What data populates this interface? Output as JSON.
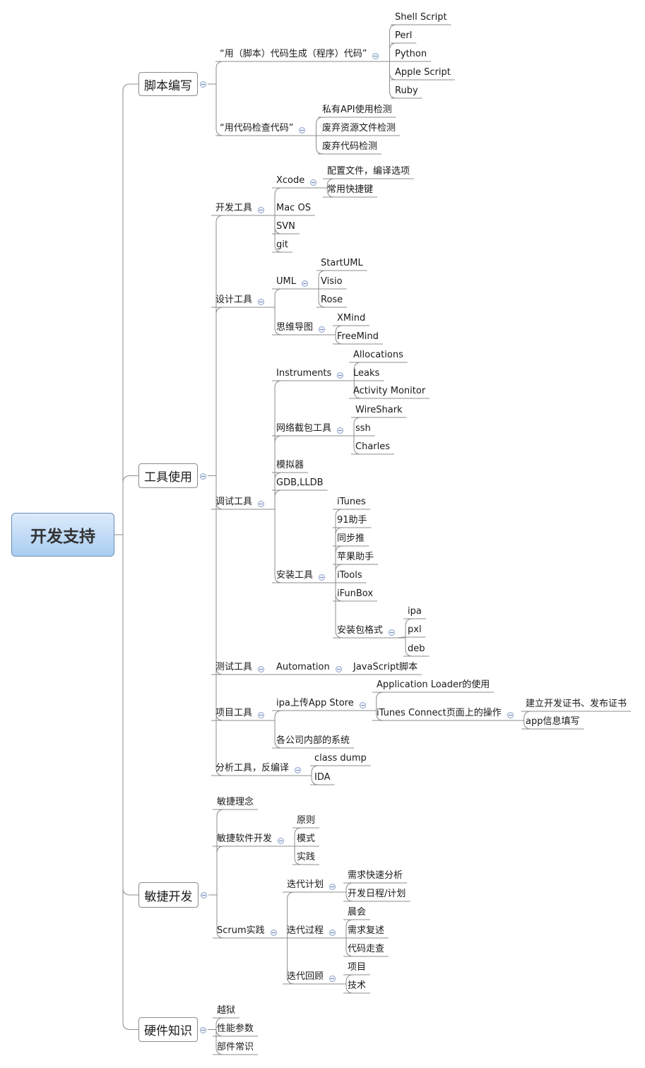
{
  "root": {
    "label": "开发支持"
  },
  "tree": [
    {
      "id": "jiaoben",
      "label": "脚本编写",
      "children": [
        {
          "id": "gen",
          "label": "“用（脚本）代码生成（程序）代码”",
          "children": [
            {
              "label": "Shell Script"
            },
            {
              "label": "Perl"
            },
            {
              "label": "Python"
            },
            {
              "label": "Apple Script"
            },
            {
              "label": "Ruby"
            }
          ]
        },
        {
          "id": "check",
          "label": "“用代码检查代码”",
          "children": [
            {
              "label": "私有API使用检测"
            },
            {
              "label": "废弃资源文件检测"
            },
            {
              "label": "废弃代码检测"
            }
          ]
        }
      ]
    },
    {
      "id": "gongju",
      "label": "工具使用",
      "children": [
        {
          "id": "kaifa",
          "label": "开发工具",
          "children": [
            {
              "id": "xcode",
              "label": "Xcode",
              "children": [
                {
                  "label": "配置文件，编译选项"
                },
                {
                  "label": "常用快捷键"
                }
              ]
            },
            {
              "label": "Mac OS"
            },
            {
              "label": "SVN"
            },
            {
              "label": "git"
            }
          ]
        },
        {
          "id": "sheji",
          "label": "设计工具",
          "children": [
            {
              "id": "uml",
              "label": "UML",
              "children": [
                {
                  "label": "StartUML"
                },
                {
                  "label": "Visio"
                },
                {
                  "label": "Rose"
                }
              ]
            },
            {
              "id": "mind",
              "label": "思维导图",
              "children": [
                {
                  "label": "XMind"
                },
                {
                  "label": "FreeMind"
                }
              ]
            }
          ]
        },
        {
          "id": "tiaoshi",
          "label": "调试工具",
          "children": [
            {
              "id": "instr",
              "label": "Instruments",
              "children": [
                {
                  "label": "Allocations"
                },
                {
                  "label": "Leaks"
                },
                {
                  "label": "Activity Monitor"
                }
              ]
            },
            {
              "id": "net",
              "label": "网络截包工具",
              "children": [
                {
                  "label": "WireShark"
                },
                {
                  "label": "ssh"
                },
                {
                  "label": "Charles"
                }
              ]
            },
            {
              "label": "模拟器"
            },
            {
              "label": "GDB,LLDB"
            },
            {
              "id": "anzhuang",
              "label": "安装工具",
              "children": [
                {
                  "label": "iTunes"
                },
                {
                  "label": "91助手"
                },
                {
                  "label": "同步推"
                },
                {
                  "label": "苹果助手"
                },
                {
                  "label": "iTools"
                },
                {
                  "label": "iFunBox"
                },
                {
                  "id": "pkg",
                  "label": "安装包格式",
                  "children": [
                    {
                      "label": "ipa"
                    },
                    {
                      "label": "pxl"
                    },
                    {
                      "label": "deb"
                    }
                  ]
                }
              ]
            }
          ]
        },
        {
          "id": "ceshi",
          "label": "测试工具",
          "children": [
            {
              "id": "auto",
              "label": "Automation",
              "children": [
                {
                  "label": "JavaScript脚本"
                }
              ]
            }
          ]
        },
        {
          "id": "xiangmu",
          "label": "项目工具",
          "children": [
            {
              "id": "ipa",
              "label": "ipa上传App Store",
              "children": [
                {
                  "label": "Application Loader的使用"
                },
                {
                  "id": "itc",
                  "label": "iTunes Connect页面上的操作",
                  "children": [
                    {
                      "label": "建立开发证书、发布证书"
                    },
                    {
                      "label": "app信息填写"
                    }
                  ]
                }
              ]
            },
            {
              "label": "各公司内部的系统"
            }
          ]
        },
        {
          "id": "fenxi",
          "label": "分析工具，反编译",
          "children": [
            {
              "label": "class dump"
            },
            {
              "label": "IDA"
            }
          ]
        }
      ]
    },
    {
      "id": "minjie",
      "label": "敏捷开发",
      "children": [
        {
          "label": "敏捷理念"
        },
        {
          "id": "rj",
          "label": "敏捷软件开发",
          "children": [
            {
              "label": "原则"
            },
            {
              "label": "模式"
            },
            {
              "label": "实践"
            }
          ]
        },
        {
          "id": "scrum",
          "label": "Scrum实践",
          "children": [
            {
              "id": "plan",
              "label": "迭代计划",
              "children": [
                {
                  "label": "需求快速分析"
                },
                {
                  "label": "开发日程/计划"
                }
              ]
            },
            {
              "id": "proc",
              "label": "迭代过程",
              "children": [
                {
                  "label": "晨会"
                },
                {
                  "label": "需求复述"
                },
                {
                  "label": "代码走查"
                }
              ]
            },
            {
              "id": "review",
              "label": "迭代回顾",
              "children": [
                {
                  "label": "项目"
                },
                {
                  "label": "技术"
                }
              ]
            }
          ]
        }
      ]
    },
    {
      "id": "yingjian",
      "label": "硬件知识",
      "children": [
        {
          "label": "越狱"
        },
        {
          "label": "性能参数"
        },
        {
          "label": "部件常识"
        }
      ]
    }
  ]
}
